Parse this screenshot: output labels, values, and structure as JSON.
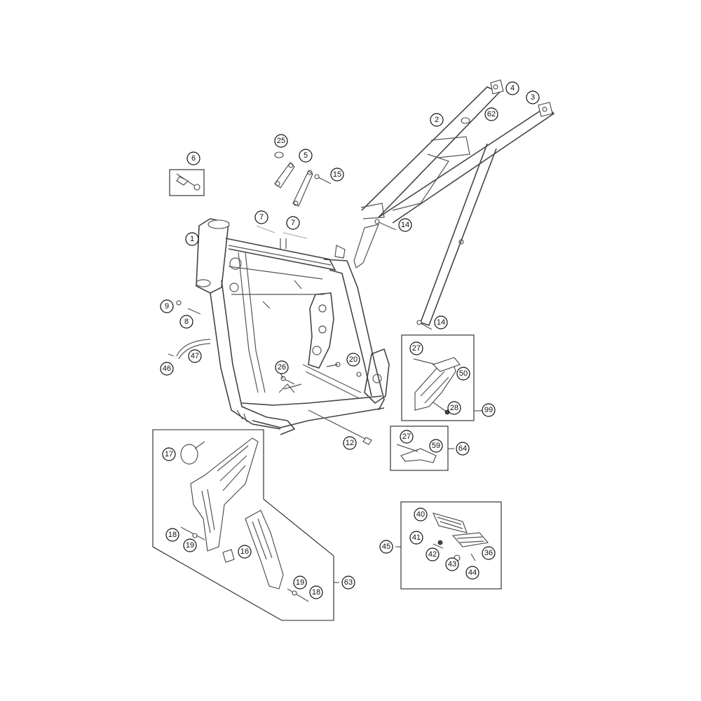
{
  "callouts": {
    "c1": "1",
    "c2": "2",
    "c3": "3",
    "c4": "4",
    "c5": "5",
    "c6": "6",
    "c7a": "7",
    "c7b": "7",
    "c8": "8",
    "c9": "9",
    "c12": "12",
    "c14a": "14",
    "c14b": "14",
    "c15": "15",
    "c16": "16",
    "c17": "17",
    "c18a": "18",
    "c18b": "18",
    "c19a": "19",
    "c19b": "19",
    "c20": "20",
    "c25": "25",
    "c26": "26",
    "c27a": "27",
    "c27b": "27",
    "c28": "28",
    "c36": "36",
    "c40": "40",
    "c41": "41",
    "c42": "42",
    "c43": "43",
    "c44": "44",
    "c45": "45",
    "c46": "46",
    "c47": "47",
    "c50": "50",
    "c59": "59",
    "c62": "62",
    "c63": "63",
    "c64": "64",
    "c99": "99"
  },
  "colors": {
    "line": "#444444",
    "background": "#ffffff"
  }
}
